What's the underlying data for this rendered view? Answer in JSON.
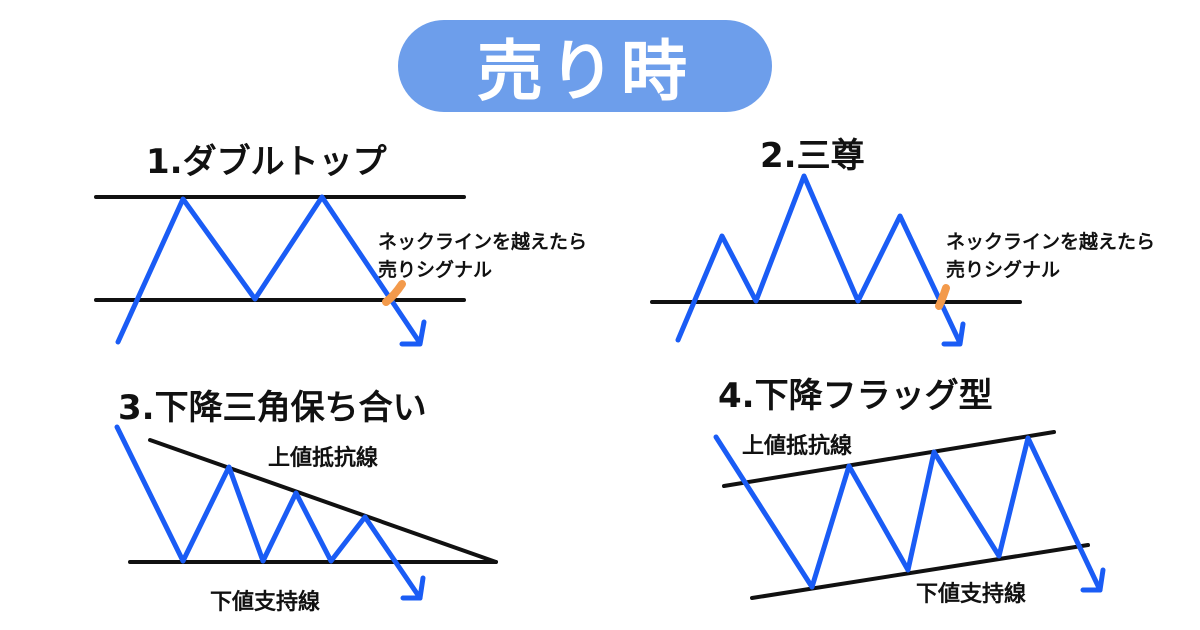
{
  "title": "売り時",
  "colors": {
    "accent": "#6d9eeb",
    "line_blue": "#1a5cf5",
    "line_black": "#111111",
    "signal_orange": "#f39a4b"
  },
  "patterns": [
    {
      "heading": "1.ダブルトップ",
      "note_line1": "ネックラインを越えたら",
      "note_line2": "売りシグナル"
    },
    {
      "heading": "2.三尊",
      "note_line1": "ネックラインを越えたら",
      "note_line2": "売りシグナル"
    },
    {
      "heading": "3.下降三角保ち合い",
      "upper_label": "上値抵抗線",
      "lower_label": "下値支持線"
    },
    {
      "heading": "4.下降フラッグ型",
      "upper_label": "上値抵抗線",
      "lower_label": "下値支持線"
    }
  ]
}
